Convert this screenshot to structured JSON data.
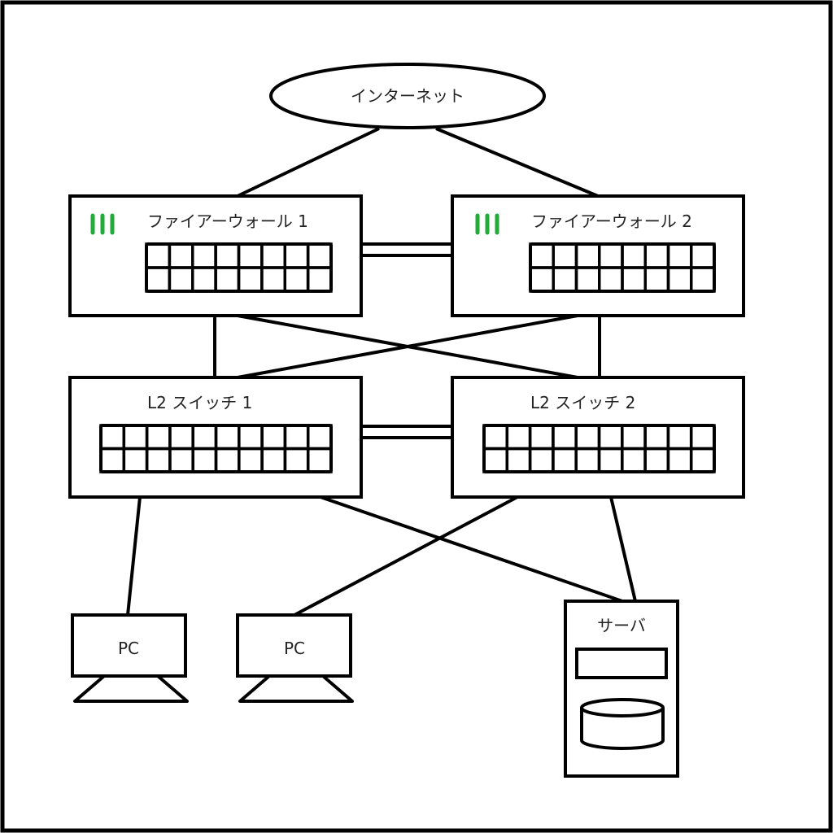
{
  "diagram": {
    "title": "Network redundancy topology",
    "internet": {
      "label": "インターネット"
    },
    "firewalls": [
      {
        "label": "ファイアーウォール 1",
        "port_cols": 8,
        "port_rows": 2
      },
      {
        "label": "ファイアーウォール 2",
        "port_cols": 8,
        "port_rows": 2
      }
    ],
    "switches": [
      {
        "label": "L2 スイッチ 1",
        "port_cols": 10,
        "port_rows": 2
      },
      {
        "label": "L2 スイッチ 2",
        "port_cols": 10,
        "port_rows": 2
      }
    ],
    "pcs": [
      {
        "label": "PC"
      },
      {
        "label": "PC"
      }
    ],
    "server": {
      "label": "サーバ"
    },
    "colors": {
      "indicator": "#22aa3a",
      "stroke": "#000000",
      "background": "#ffffff"
    },
    "icons": {
      "status": "status-led-icon",
      "storage": "database-icon",
      "drive": "drive-bay-icon"
    }
  }
}
